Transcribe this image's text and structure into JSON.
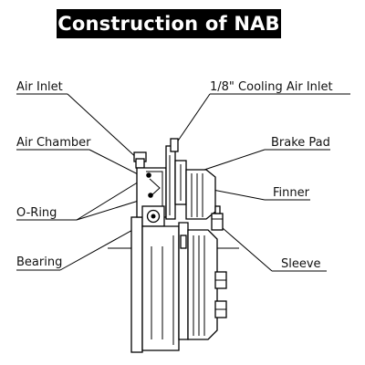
{
  "title": "Construction of NAB",
  "labels": {
    "air_inlet": "Air Inlet",
    "cooling_air_inlet": "1/8\" Cooling Air Inlet",
    "air_chamber": "Air Chamber",
    "brake_pad": "Brake Pad",
    "finner": "Finner",
    "o_ring": "O-Ring",
    "bearing": "Bearing",
    "sleeve": "Sleeve"
  },
  "colors": {
    "title_background": "#000000",
    "title_text": "#ffffff",
    "line": "#000000"
  }
}
